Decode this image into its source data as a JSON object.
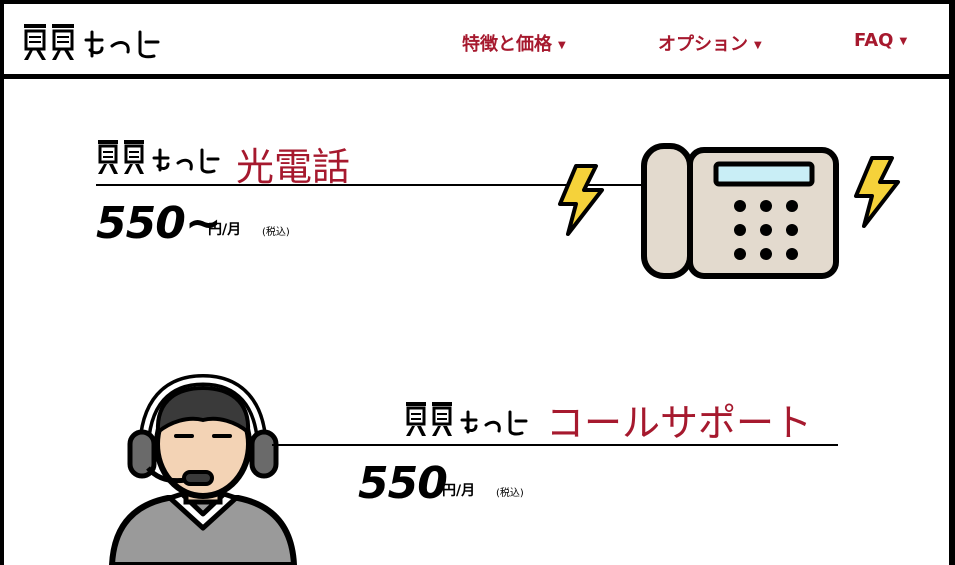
{
  "nav": {
    "items": [
      {
        "label": "特徴と価格"
      },
      {
        "label": "オプション"
      },
      {
        "label": "FAQ"
      }
    ],
    "caret": "▼"
  },
  "services": [
    {
      "title": "光電話",
      "price": "550~",
      "unit": "円/月",
      "tax": "(税込)",
      "icon": "phone-icon"
    },
    {
      "title": "コールサポート",
      "price": "550",
      "unit": "円/月",
      "tax": "(税込)",
      "icon": "support-operator-icon"
    }
  ],
  "colors": {
    "accent": "#a6192e",
    "phone_body": "#e3dace",
    "screen": "#c9eef6",
    "lightning": "#f5d23a"
  }
}
